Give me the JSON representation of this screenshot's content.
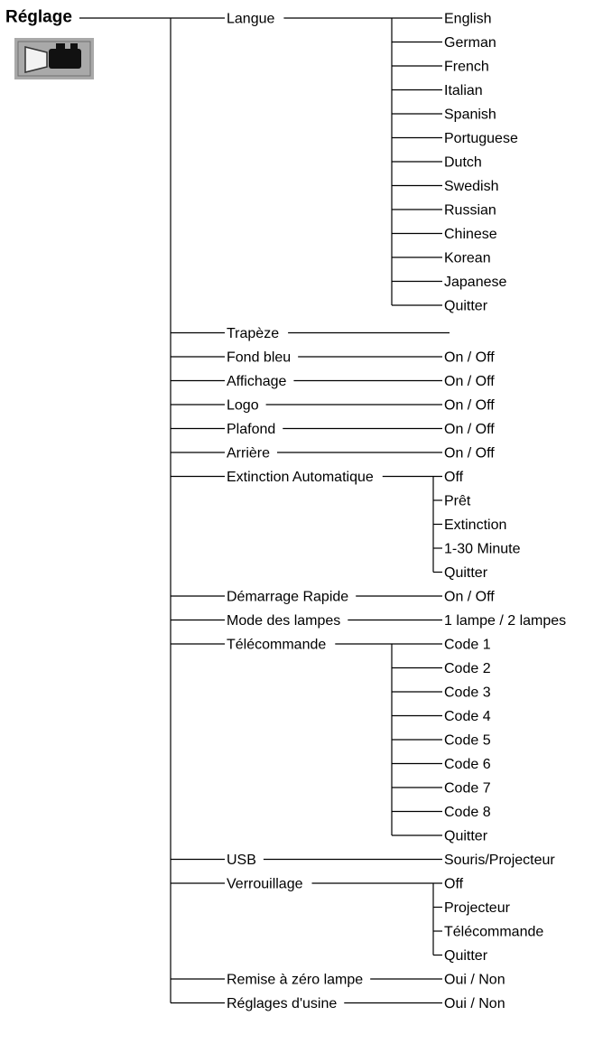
{
  "title": "Réglage",
  "icon": "projector-icon",
  "menu": [
    {
      "label": "Langue",
      "options": [
        "English",
        "German",
        "French",
        "Italian",
        "Spanish",
        "Portuguese",
        "Dutch",
        "Swedish",
        "Russian",
        "Chinese",
        "Korean",
        "Japanese",
        "Quitter"
      ]
    },
    {
      "label": "Trapèze",
      "options": []
    },
    {
      "label": "Fond bleu",
      "options": [
        "On / Off"
      ]
    },
    {
      "label": "Affichage",
      "options": [
        "On / Off"
      ]
    },
    {
      "label": "Logo",
      "options": [
        "On / Off"
      ]
    },
    {
      "label": "Plafond",
      "options": [
        "On / Off"
      ]
    },
    {
      "label": "Arrière",
      "options": [
        "On / Off"
      ]
    },
    {
      "label": "Extinction Automatique",
      "options": [
        "Off",
        "Prêt",
        "Extinction",
        "1-30 Minute",
        "Quitter"
      ]
    },
    {
      "label": "Démarrage Rapide",
      "options": [
        "On / Off"
      ]
    },
    {
      "label": "Mode des lampes",
      "options": [
        "1 lampe / 2 lampes"
      ]
    },
    {
      "label": "Télécommande",
      "options": [
        "Code 1",
        "Code 2",
        "Code 3",
        "Code 4",
        "Code 5",
        "Code 6",
        "Code 7",
        "Code 8",
        "Quitter"
      ]
    },
    {
      "label": "USB",
      "options": [
        "Souris/Projecteur"
      ]
    },
    {
      "label": "Verrouillage",
      "options": [
        "Off",
        "Projecteur",
        "Télécommande",
        "Quitter"
      ]
    },
    {
      "label": "Remise à zéro lampe",
      "options": [
        "Oui / Non"
      ]
    },
    {
      "label": "Réglages d'usine",
      "options": [
        "Oui / Non"
      ]
    }
  ]
}
